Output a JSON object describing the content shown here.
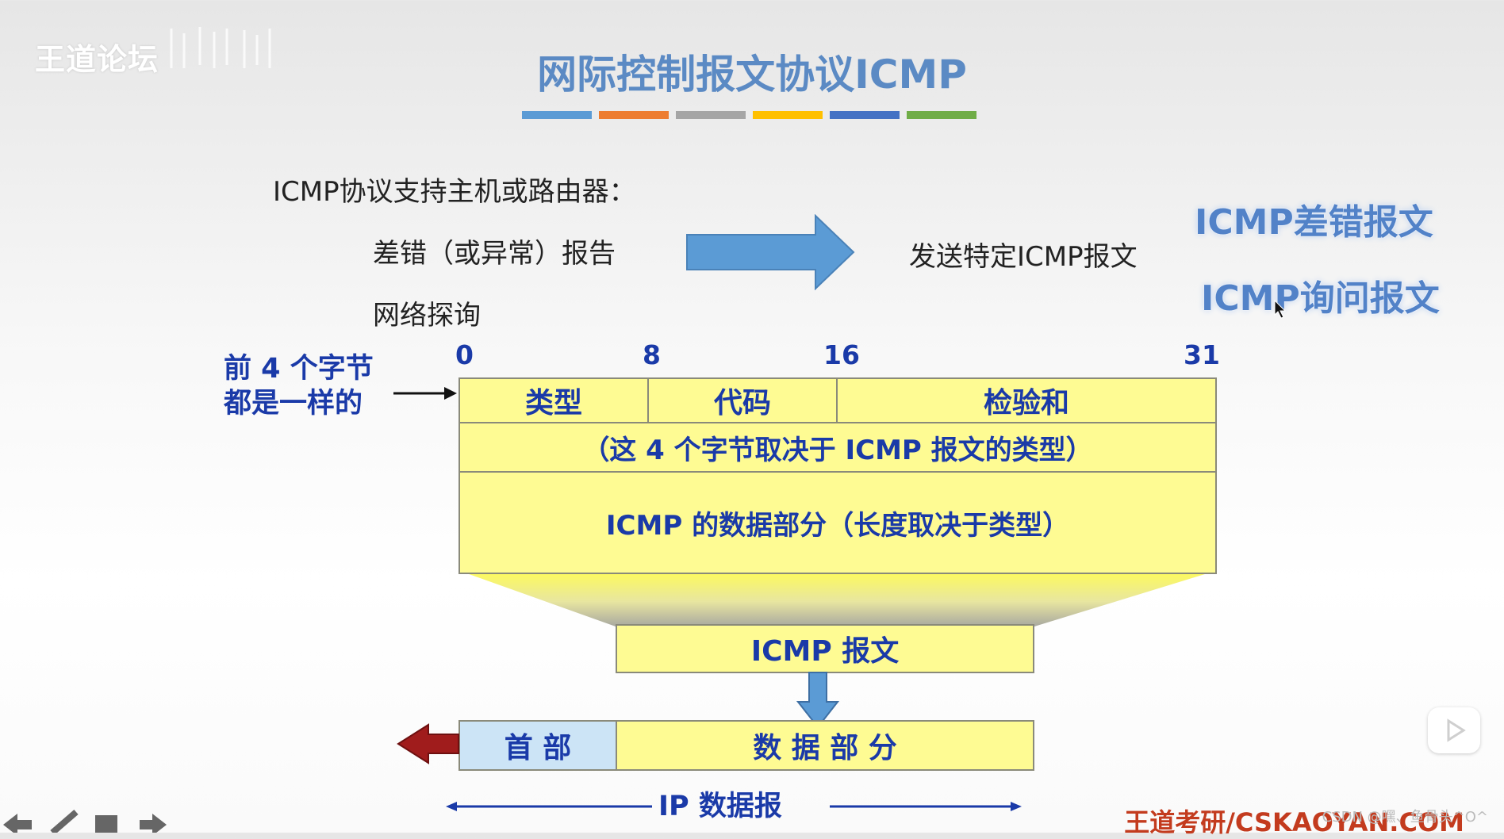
{
  "watermark": "王道论坛",
  "title": "网际控制报文协议ICMP",
  "colors": {
    "color_bars": [
      "#5b9bd5",
      "#ed7d31",
      "#a5a5a5",
      "#ffc000",
      "#4472c4",
      "#70ad47"
    ],
    "title": "#5b8ac4",
    "diagram_text": "#1a3aa8",
    "box_fill": "#fefb93",
    "header_fill": "#cce4f6",
    "arrow_blue": "#5b9bd5",
    "arrow_red": "#a01c1c"
  },
  "intro": {
    "lead": "ICMP协议支持主机或路由器：",
    "item1": "差错（或异常）报告",
    "item2": "网络探询",
    "result": "发送特定ICMP报文"
  },
  "types": {
    "error": "ICMP差错报文",
    "query": "ICMP询问报文"
  },
  "diagram": {
    "note_line1": "前 4 个字节",
    "note_line2": "都是一样的",
    "bits": [
      "0",
      "8",
      "16",
      "31"
    ],
    "fields": {
      "type": "类型",
      "code": "代码",
      "checksum": "检验和"
    },
    "row2": "（这 4 个字节取决于 ICMP 报文的类型）",
    "row3": "ICMP 的数据部分（长度取决于类型）",
    "icmp_message": "ICMP 报文",
    "ip_header": "首 部",
    "ip_data": "数 据 部 分",
    "ip_datagram": "IP 数据报"
  },
  "footer": {
    "site": "王道考研/CSKAOYAN.COM",
    "csdn": "CSDN @嘿、鱼骨头^O^"
  }
}
